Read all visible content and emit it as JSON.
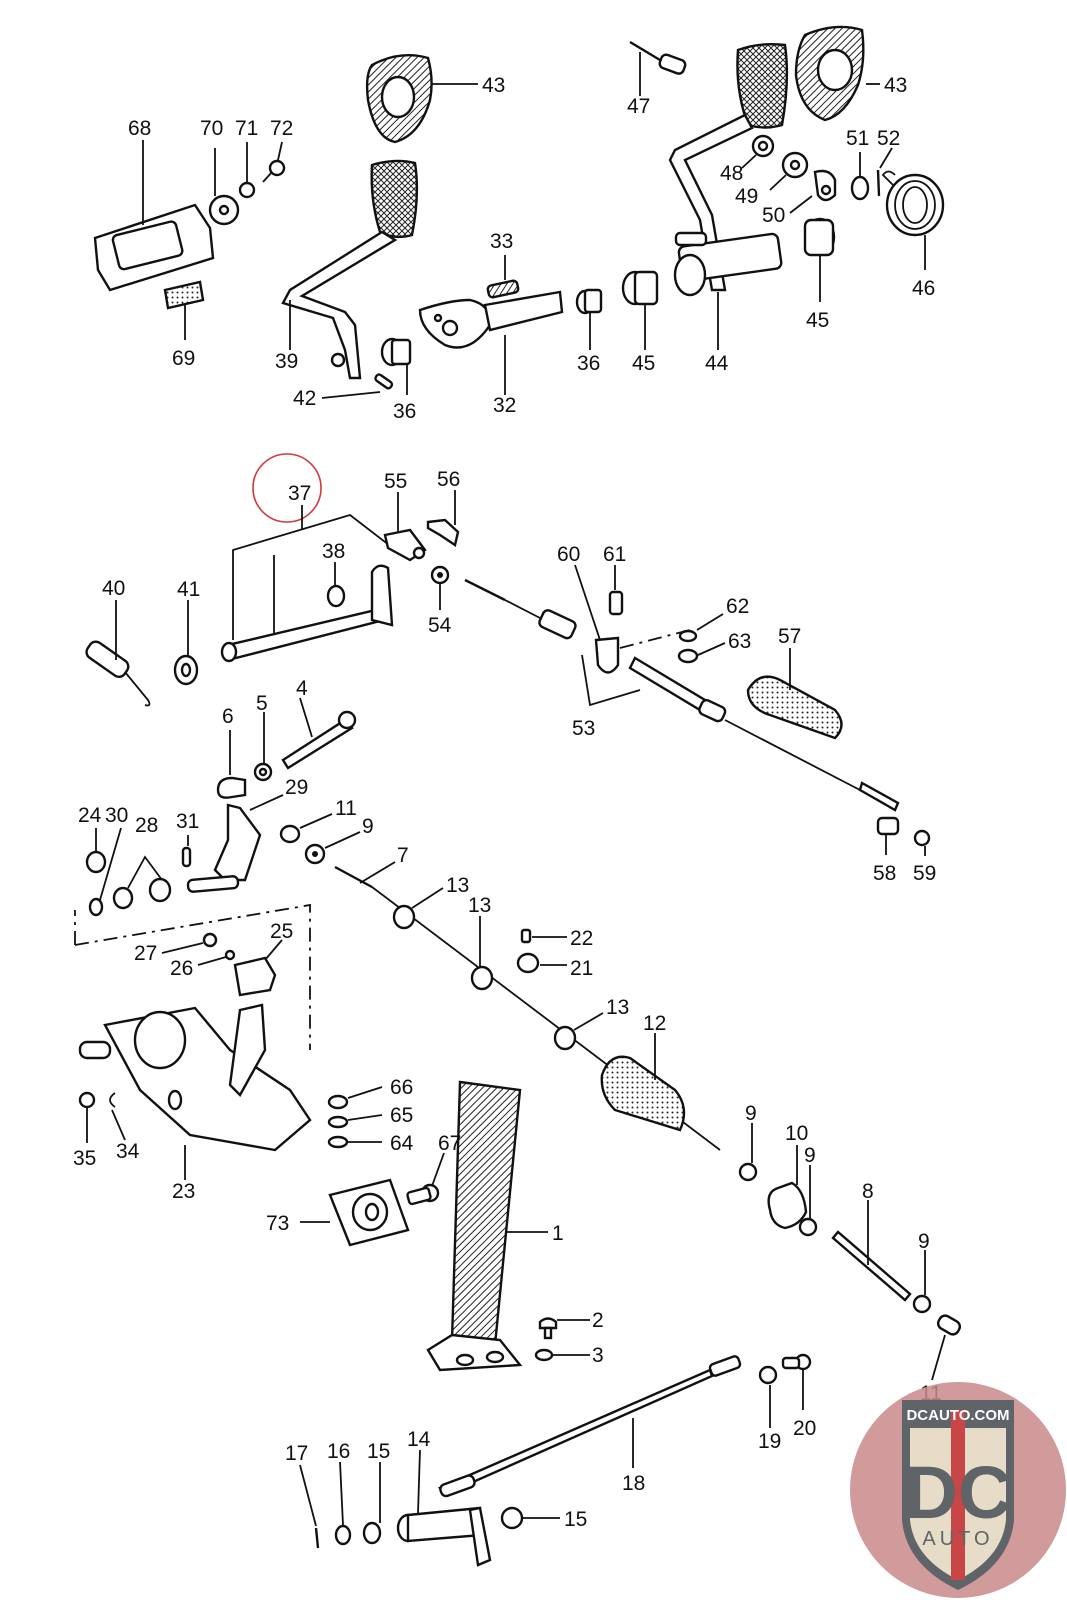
{
  "diagram": {
    "type": "exploded-parts-diagram",
    "subject": "pedal cluster and accelerator linkage",
    "highlight": {
      "label": "37",
      "color": "#d23a3a"
    },
    "labels": {
      "p1": "1",
      "p2": "2",
      "p3": "3",
      "p4": "4",
      "p5": "5",
      "p6": "6",
      "p7": "7",
      "p8": "8",
      "p9a": "9",
      "p9b": "9",
      "p9c": "9",
      "p9d": "9",
      "p10": "10",
      "p11a": "11",
      "p11b": "11",
      "p12": "12",
      "p13a": "13",
      "p13b": "13",
      "p13c": "13",
      "p14": "14",
      "p15a": "15",
      "p15b": "15",
      "p16": "16",
      "p17": "17",
      "p18": "18",
      "p19": "19",
      "p20": "20",
      "p21": "21",
      "p22": "22",
      "p23": "23",
      "p24": "24",
      "p25": "25",
      "p26": "26",
      "p27": "27",
      "p28": "28",
      "p29": "29",
      "p30": "30",
      "p31": "31",
      "p32": "32",
      "p33": "33",
      "p34": "34",
      "p35": "35",
      "p36a": "36",
      "p36b": "36",
      "p37": "37",
      "p38": "38",
      "p39": "39",
      "p40": "40",
      "p41": "41",
      "p42": "42",
      "p43a": "43",
      "p43b": "43",
      "p44": "44",
      "p45a": "45",
      "p45b": "45",
      "p46": "46",
      "p47": "47",
      "p48": "48",
      "p49": "49",
      "p50": "50",
      "p51": "51",
      "p52": "52",
      "p53": "53",
      "p54": "54",
      "p55": "55",
      "p56": "56",
      "p57": "57",
      "p58": "58",
      "p59": "59",
      "p60": "60",
      "p61": "61",
      "p62": "62",
      "p63": "63",
      "p64": "64",
      "p65": "65",
      "p66": "66",
      "p67": "67",
      "p68": "68",
      "p69": "69",
      "p70": "70",
      "p71": "71",
      "p72": "72",
      "p73": "73"
    }
  },
  "watermark": {
    "site": "DCAUTO.COM",
    "initials": "DC",
    "word": "AUTO",
    "colors": {
      "circle": "#c98a8a",
      "shield": "#e6dcc8",
      "letters": "#5f6469",
      "stripe": "#c84646"
    }
  }
}
